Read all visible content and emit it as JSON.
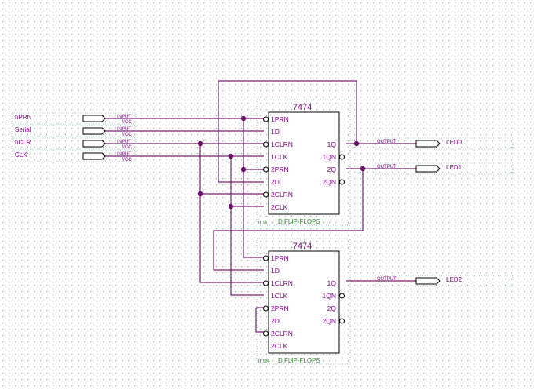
{
  "inputs": [
    {
      "name": "nPRN",
      "type": "INPUT",
      "vcc": "VCC"
    },
    {
      "name": "Serial",
      "type": "INPUT",
      "vcc": "VCC"
    },
    {
      "name": "nCLR",
      "type": "INPUT",
      "vcc": "VCC"
    },
    {
      "name": "CLK",
      "type": "INPUT",
      "vcc": "VCC"
    }
  ],
  "outputs": [
    {
      "name": "LED0",
      "type": "OUTPUT"
    },
    {
      "name": "LED1",
      "type": "OUTPUT"
    },
    {
      "name": "LED2",
      "type": "OUTPUT"
    }
  ],
  "chips": [
    {
      "part": "7474",
      "instance": "inst",
      "description": "D FLIP-FLOPS",
      "left_pins": [
        "1PRN",
        "1D",
        "1CLRN",
        "1CLK",
        "2PRN",
        "2D",
        "2CLRN",
        "2CLK"
      ],
      "right_pins": [
        "1Q",
        "1QN",
        "2Q",
        "2QN"
      ]
    },
    {
      "part": "7474",
      "instance": "inst4",
      "description": "D FLIP-FLOPS",
      "left_pins": [
        "1PRN",
        "1D",
        "1CLRN",
        "1CLK",
        "2PRN",
        "2D",
        "2CLRN",
        "2CLK"
      ],
      "right_pins": [
        "1Q",
        "1QN",
        "2Q",
        "2QN"
      ]
    }
  ],
  "colors": {
    "wire": "#7a1f72",
    "junction": "#6a1066",
    "symbol": "#800080",
    "chip_label": "#3a8a3a",
    "grid_dot": "#8a8a8a",
    "frame": "#7fb0bf",
    "box": "#000000"
  }
}
